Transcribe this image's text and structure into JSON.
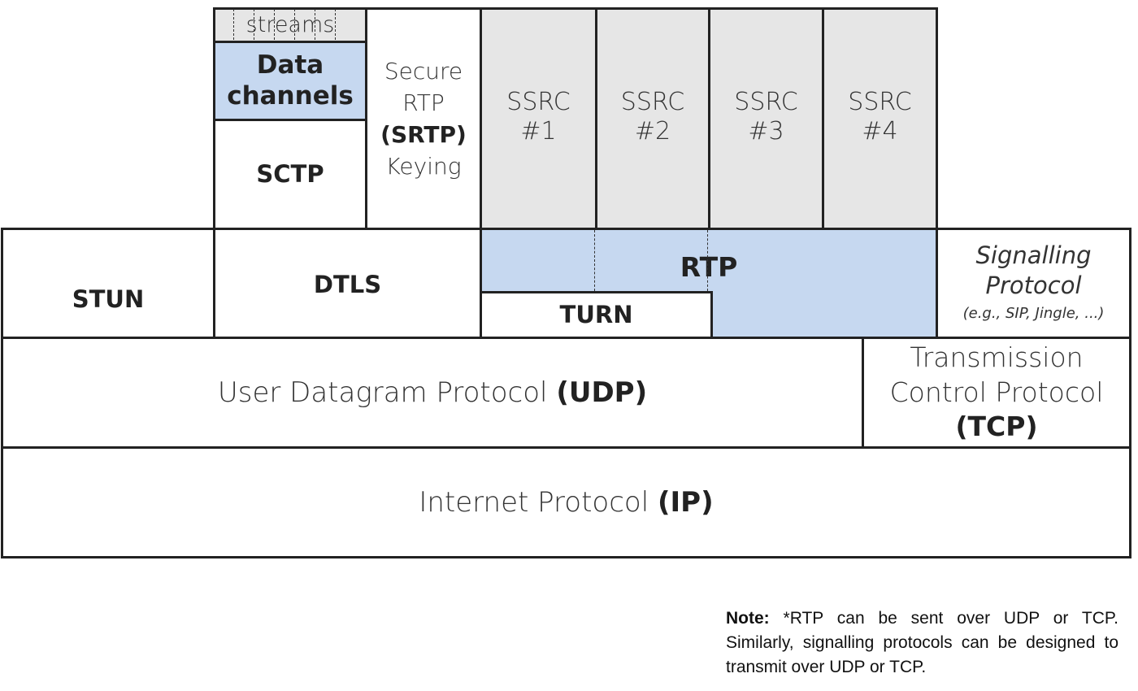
{
  "streams": {
    "label": "streams"
  },
  "data_channels": {
    "line1": "Data",
    "line2": "channels"
  },
  "sctp": {
    "label": "SCTP"
  },
  "srtp_keying": {
    "line1": "Secure",
    "line2": "RTP",
    "line3": "(SRTP)",
    "line4": "Keying"
  },
  "ssrc": [
    {
      "label": "SSRC",
      "num": "#1"
    },
    {
      "label": "SSRC",
      "num": "#2"
    },
    {
      "label": "SSRC",
      "num": "#3"
    },
    {
      "label": "SSRC",
      "num": "#4"
    }
  ],
  "stun": {
    "label": "STUN"
  },
  "dtls": {
    "label": "DTLS"
  },
  "rtp": {
    "label": "RTP"
  },
  "turn": {
    "label": "TURN"
  },
  "signalling": {
    "line1": "Signalling",
    "line2": "Protocol",
    "examples": "(e.g., SIP, Jingle, ...)"
  },
  "udp": {
    "text": "User Datagram Protocol ",
    "abbr": "(UDP)"
  },
  "tcp": {
    "line1": "Transmission",
    "line2": "Control Protocol",
    "abbr": "(TCP)"
  },
  "ip": {
    "text": "Internet Protocol ",
    "abbr": "(IP)"
  },
  "note": {
    "label": "Note:",
    "text": " *RTP can be sent over UDP or TCP. Similarly, signalling protocols can be designed to transmit over UDP or TCP."
  },
  "colors": {
    "blue_fill": "#c6d8f0",
    "gray_fill": "#e6e6e6",
    "stroke": "#222222"
  }
}
